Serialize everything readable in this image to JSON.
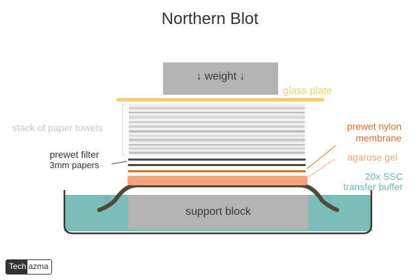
{
  "title": "Northern Blot",
  "labels": {
    "weight": "↓  weight ↓",
    "glass_plate": "glass plate",
    "paper_towels": "stack of paper towels",
    "filter_line1": "prewet filter",
    "filter_line2": "3mm papers",
    "membrane_line1": "prewet nylon",
    "membrane_line2": "membrane",
    "agarose": "agarose gel",
    "buffer_line1": "20x SSC",
    "buffer_line2": "transfer buffer",
    "support": "support block"
  },
  "logo": {
    "part1": "Tech",
    "part2": "azma"
  },
  "colors": {
    "weight": "#b3b3b3",
    "glass": "#f5cf6a",
    "filter": "#4d4a3b",
    "membrane": "#e06b2a",
    "agarose": "#f4a37c",
    "buffer": "#7cbdb8",
    "tray_outline": "#3a3a3a",
    "support": "#b3b3b3"
  }
}
